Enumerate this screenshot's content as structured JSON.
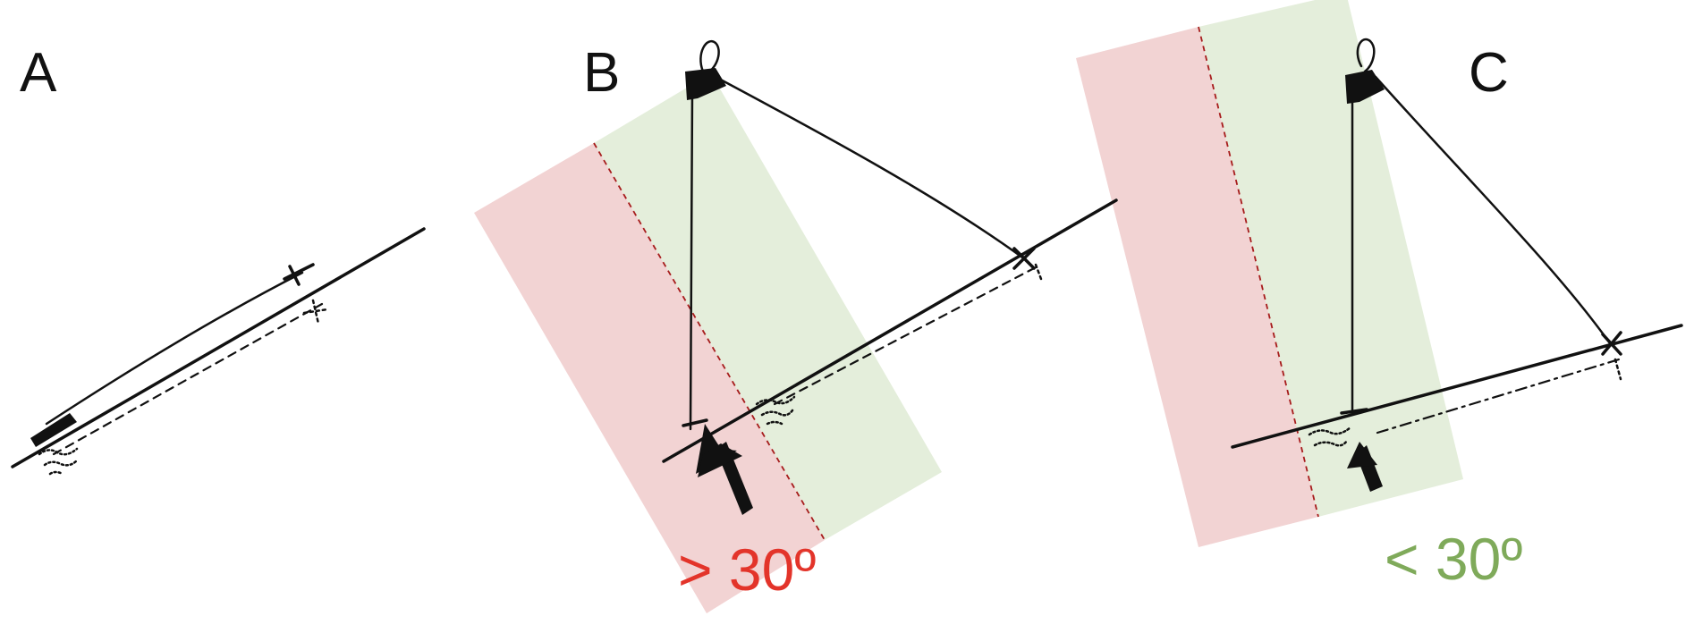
{
  "panels": [
    {
      "letter": "A"
    },
    {
      "letter": "B"
    },
    {
      "letter": "C"
    }
  ],
  "annotations": {
    "b_angle": "> 30º",
    "c_angle": "< 30º"
  },
  "colors": {
    "danger_zone": "#f2d3d3",
    "safe_zone": "#e4eedb",
    "boundary_line": "#a61b1b",
    "danger_text": "#e3342a",
    "safe_text": "#7faa5a",
    "ink": "#111111"
  }
}
